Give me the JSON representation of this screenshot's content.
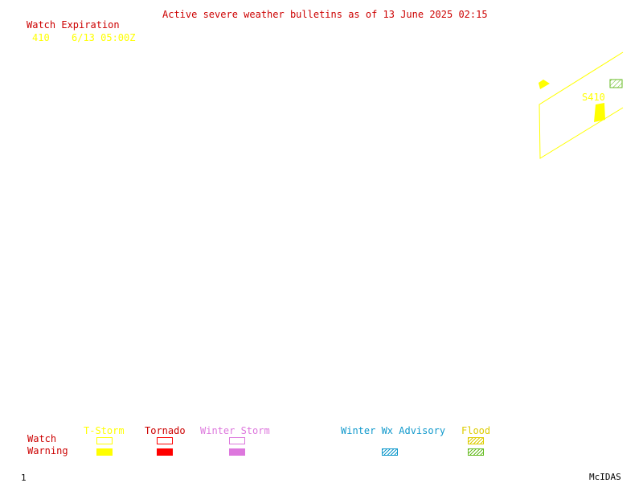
{
  "header": {
    "title": "Active severe weather bulletins as of 13 June 2025 02:15"
  },
  "expiration": {
    "heading": "Watch Expiration",
    "rows": [
      {
        "watch": "410",
        "expires": "6/13 05:00Z"
      }
    ]
  },
  "map": {
    "watch_label": "S410"
  },
  "legend": {
    "row_labels": {
      "watch": "Watch",
      "warning": "Warning"
    },
    "categories": [
      {
        "name": "T-Storm",
        "color": "#ffff00",
        "watch_style": "outline",
        "warning_style": "solid"
      },
      {
        "name": "Tornado",
        "color": "#ff0000",
        "watch_style": "outline",
        "warning_style": "solid"
      },
      {
        "name": "Winter Storm",
        "color": "#dd77dd",
        "watch_style": "outline",
        "warning_style": "solid"
      },
      {
        "name": "Winter Wx Advisory",
        "color": "#1199cc",
        "watch_style": "none",
        "warning_style": "hatched"
      },
      {
        "name": "Flood",
        "color": "#ddcc00",
        "watch_style": "hatched",
        "warning_style": "hatched",
        "warning_color": "#66bb22"
      }
    ]
  },
  "footer": {
    "frame_number": "1",
    "software": "McIDAS"
  },
  "colors": {
    "label_red": "#cc0000",
    "watch_yellow": "#ffff00",
    "flood_green": "#66bb22"
  }
}
